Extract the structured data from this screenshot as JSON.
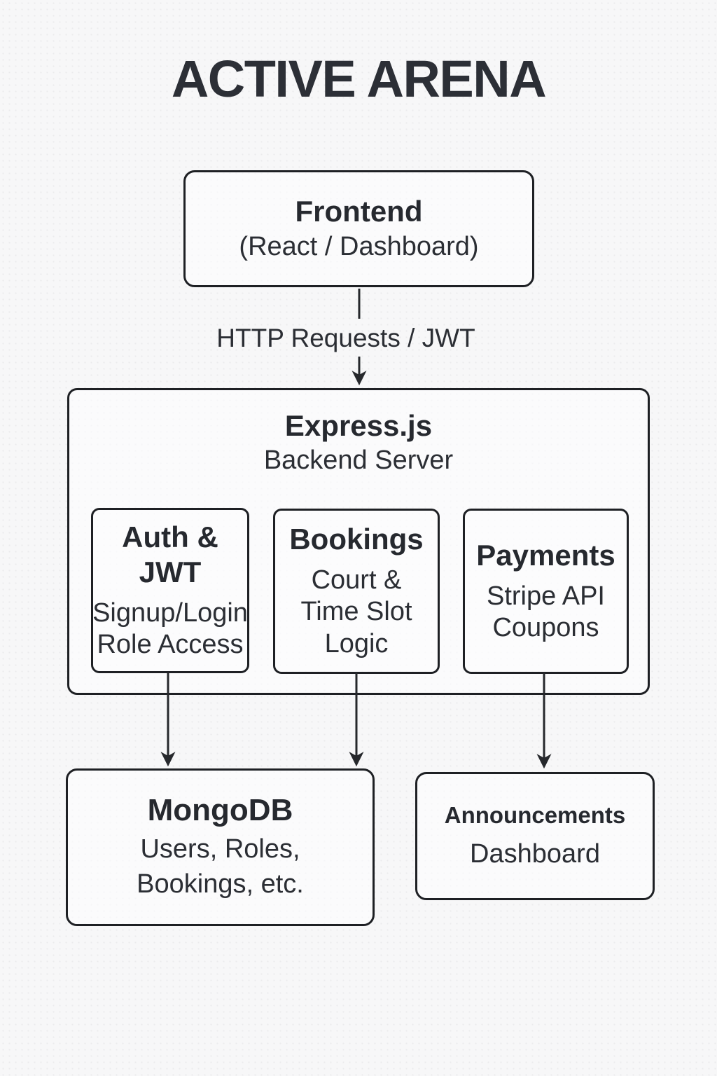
{
  "page": {
    "title": "ACTIVE ARENA",
    "background": "#f7f7f8",
    "border_color": "#1e2024",
    "text_color": "#272a30",
    "arrow_color": "#26282c"
  },
  "nodes": {
    "frontend": {
      "title": "Frontend",
      "subtitle": "(React / Dashboard)"
    },
    "backend": {
      "title": "Express.js",
      "subtitle": "Backend Server"
    },
    "auth": {
      "title": "Auth & JWT",
      "subtitle": "Signup/Login Role Access"
    },
    "bookings": {
      "title": "Bookings",
      "subtitle": "Court & Time Slot Logic"
    },
    "payments": {
      "title": "Payments",
      "subtitle": "Stripe API Coupons"
    },
    "mongodb": {
      "title": "MongoDB",
      "subtitle": "Users, Roles, Bookings, etc."
    },
    "announcements": {
      "title": "Announcements",
      "subtitle": "Dashboard"
    }
  },
  "edges": {
    "frontend_to_backend": {
      "label": "HTTP Requests / JWT",
      "from": "frontend",
      "to": "backend"
    },
    "auth_to_mongodb": {
      "from": "auth",
      "to": "mongodb"
    },
    "bookings_to_mongodb": {
      "from": "bookings",
      "to": "mongodb"
    },
    "payments_to_announcements": {
      "from": "payments",
      "to": "announcements"
    }
  }
}
